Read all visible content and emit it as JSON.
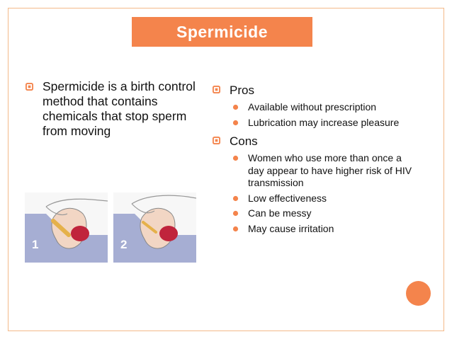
{
  "title": "Spermicide",
  "left_bullet": "Spermicide is a birth control method that contains chemicals that stop sperm from moving",
  "pros": {
    "heading": "Pros",
    "items": [
      "Available without prescription",
      "Lubrication may increase pleasure"
    ]
  },
  "cons": {
    "heading": "Cons",
    "items": [
      "Women who use more than once a day appear to have higher risk of HIV transmission",
      "Low effectiveness",
      "Can be messy",
      "May cause irritation"
    ]
  },
  "figure": {
    "step_labels": [
      "1",
      "2"
    ]
  },
  "colors": {
    "accent": "#f4844c",
    "frame": "#f3b98a",
    "illustration_bg": "#a6aed3",
    "uterus": "#c0243c"
  }
}
